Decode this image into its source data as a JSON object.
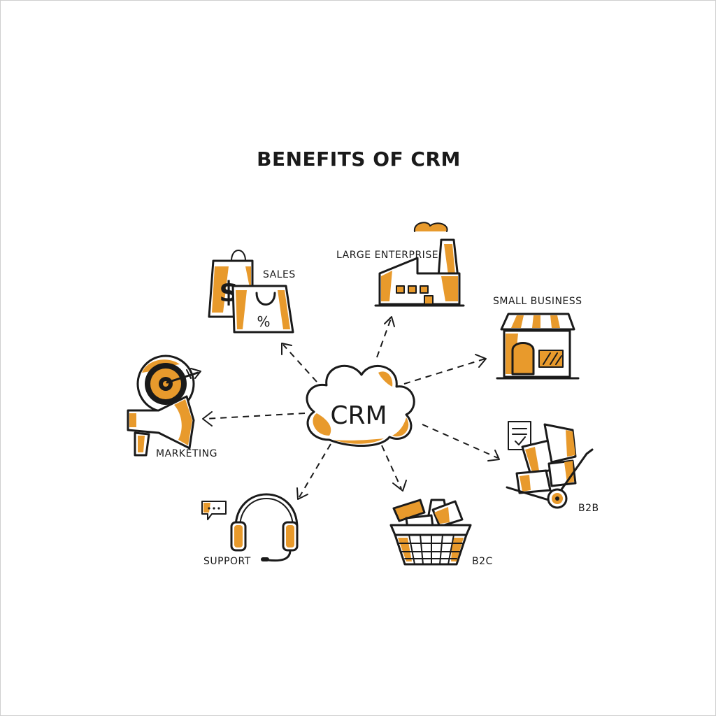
{
  "title": "BENEFITS OF CRM",
  "colors": {
    "accent": "#e89a2c",
    "ink": "#1a1a1a",
    "background": "#ffffff"
  },
  "hub": {
    "label": "CRM",
    "icon": "cloud-icon"
  },
  "nodes": [
    {
      "id": "sales",
      "label": "SALES",
      "icon": "shopping-bags-icon"
    },
    {
      "id": "large-enterprise",
      "label": "LARGE ENTERPRISE",
      "icon": "factory-icon"
    },
    {
      "id": "small-business",
      "label": "SMALL BUSINESS",
      "icon": "storefront-icon"
    },
    {
      "id": "marketing",
      "label": "MARKETING",
      "icon": "megaphone-target-icon"
    },
    {
      "id": "b2b",
      "label": "B2B",
      "icon": "hand-truck-boxes-icon"
    },
    {
      "id": "support",
      "label": "SUPPORT",
      "icon": "headset-icon"
    },
    {
      "id": "b2c",
      "label": "B2C",
      "icon": "shopping-basket-icon"
    }
  ],
  "edges": [
    {
      "from": "CRM",
      "to": "SALES"
    },
    {
      "from": "CRM",
      "to": "LARGE ENTERPRISE"
    },
    {
      "from": "CRM",
      "to": "SMALL BUSINESS"
    },
    {
      "from": "CRM",
      "to": "MARKETING"
    },
    {
      "from": "CRM",
      "to": "B2B"
    },
    {
      "from": "CRM",
      "to": "SUPPORT"
    },
    {
      "from": "CRM",
      "to": "B2C"
    }
  ],
  "sales_icon": {
    "symbol_dollar": "$",
    "symbol_percent": "%"
  }
}
